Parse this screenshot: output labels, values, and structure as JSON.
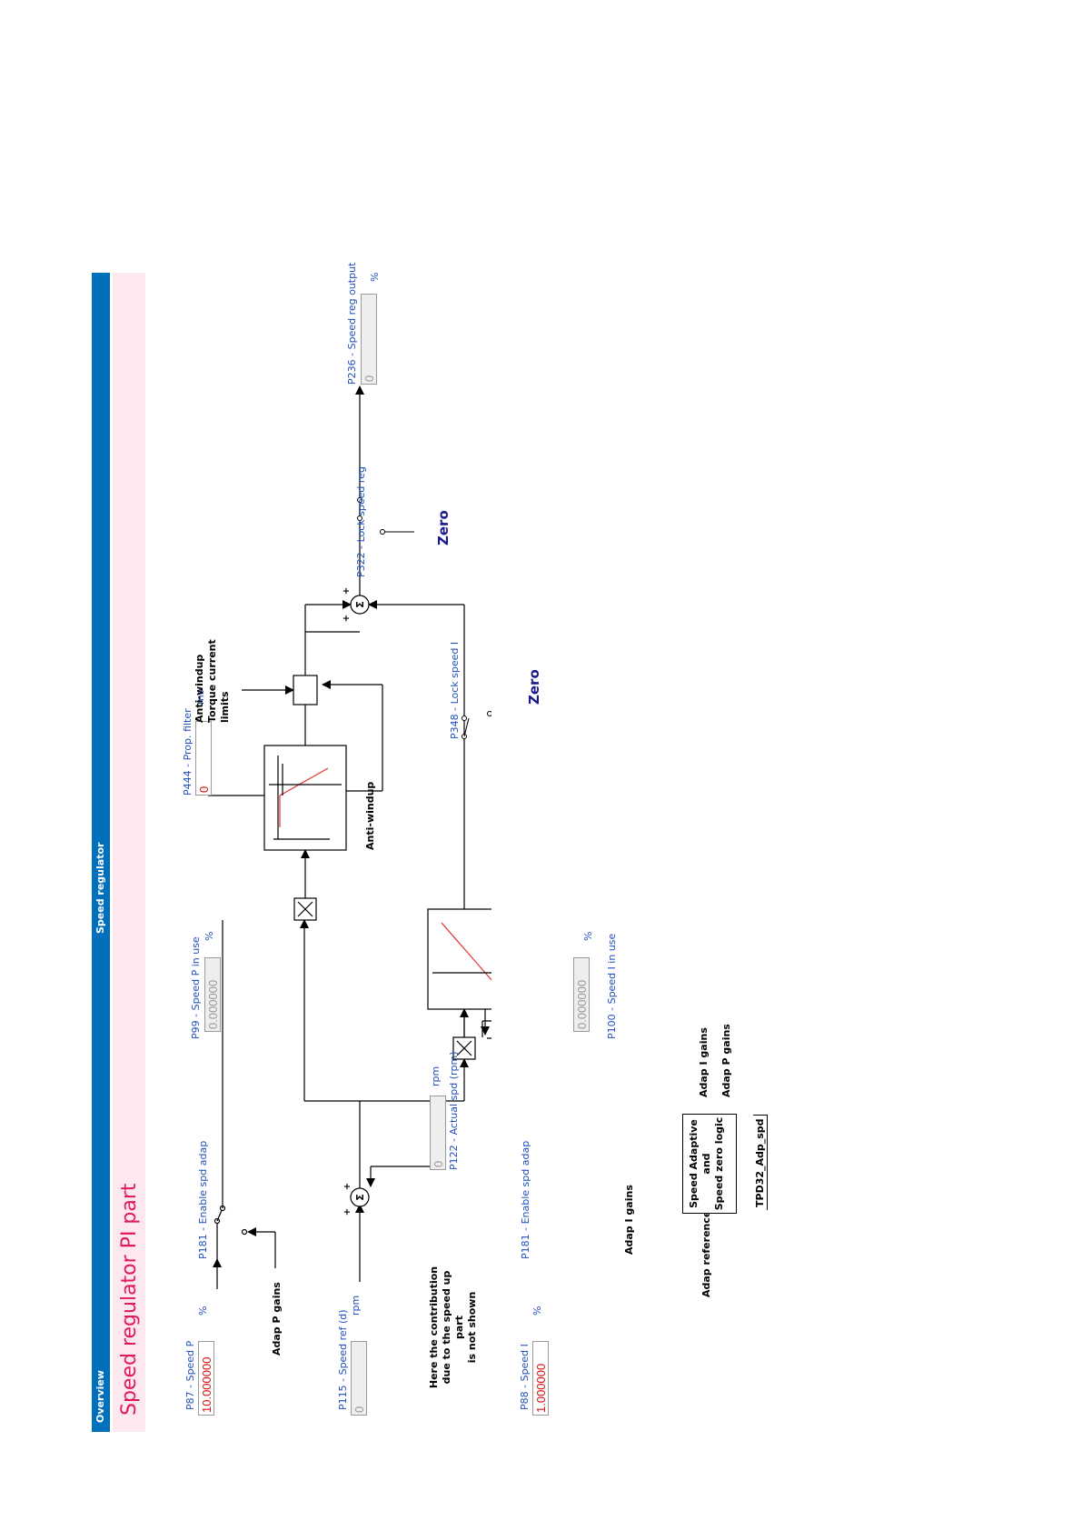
{
  "header": {
    "overview_tab": "Overview",
    "section_title": "Speed regulator",
    "page_title": "Speed regulator PI part"
  },
  "params": {
    "p87": {
      "label": "P87 - Speed P",
      "value": "10.000000",
      "unit": "%"
    },
    "p115": {
      "label": "P115 - Speed ref (d)",
      "value": "0",
      "unit": "rpm"
    },
    "p88": {
      "label": "P88 - Speed I",
      "value": "1.000000",
      "unit": "%"
    },
    "p181_top": {
      "label": "P181 - Enable spd adap"
    },
    "p181_bottom": {
      "label": "P181 - Enable spd adap"
    },
    "p122": {
      "label": "P122 - Actual spd (rpm)",
      "value": "0",
      "unit": "rpm"
    },
    "p99": {
      "label": "P99 - Speed P in use",
      "value": "0.000000",
      "unit": "%"
    },
    "p100": {
      "label": "P100 - Speed I in use",
      "value": "0.000000",
      "unit": "%"
    },
    "p444": {
      "label": "P444 - Prop. filter",
      "value": "0",
      "unit": "ms"
    },
    "p348": {
      "label": "P348 - Lock speed I"
    },
    "p322": {
      "label": "P322 - Lock speed reg"
    },
    "p236": {
      "label": "P236 - Speed reg output",
      "value": "0",
      "unit": "%"
    }
  },
  "notes": {
    "adap_p_gains_in": "Adap P gains",
    "adap_i_gains_in": "Adap I gains",
    "speed_up_note": [
      "Here the contribution",
      "due to the speed up part",
      "is not shown"
    ],
    "anti_windup": "Anti-windup",
    "anti_windup_limits": [
      "Anti-windup",
      "Torque current limits"
    ],
    "zero_top": "Zero",
    "zero_bottom": "Zero",
    "adap_reference": "Adap reference",
    "adap_block": [
      "Speed Adaptive",
      "and",
      "Speed zero logic"
    ],
    "adap_i_gains_out": "Adap I gains",
    "adap_p_gains_out": "Adap P gains",
    "tpd_link": "TPD32_Adp_spd"
  },
  "symbols": {
    "sum": "Σ",
    "plus": "+"
  }
}
